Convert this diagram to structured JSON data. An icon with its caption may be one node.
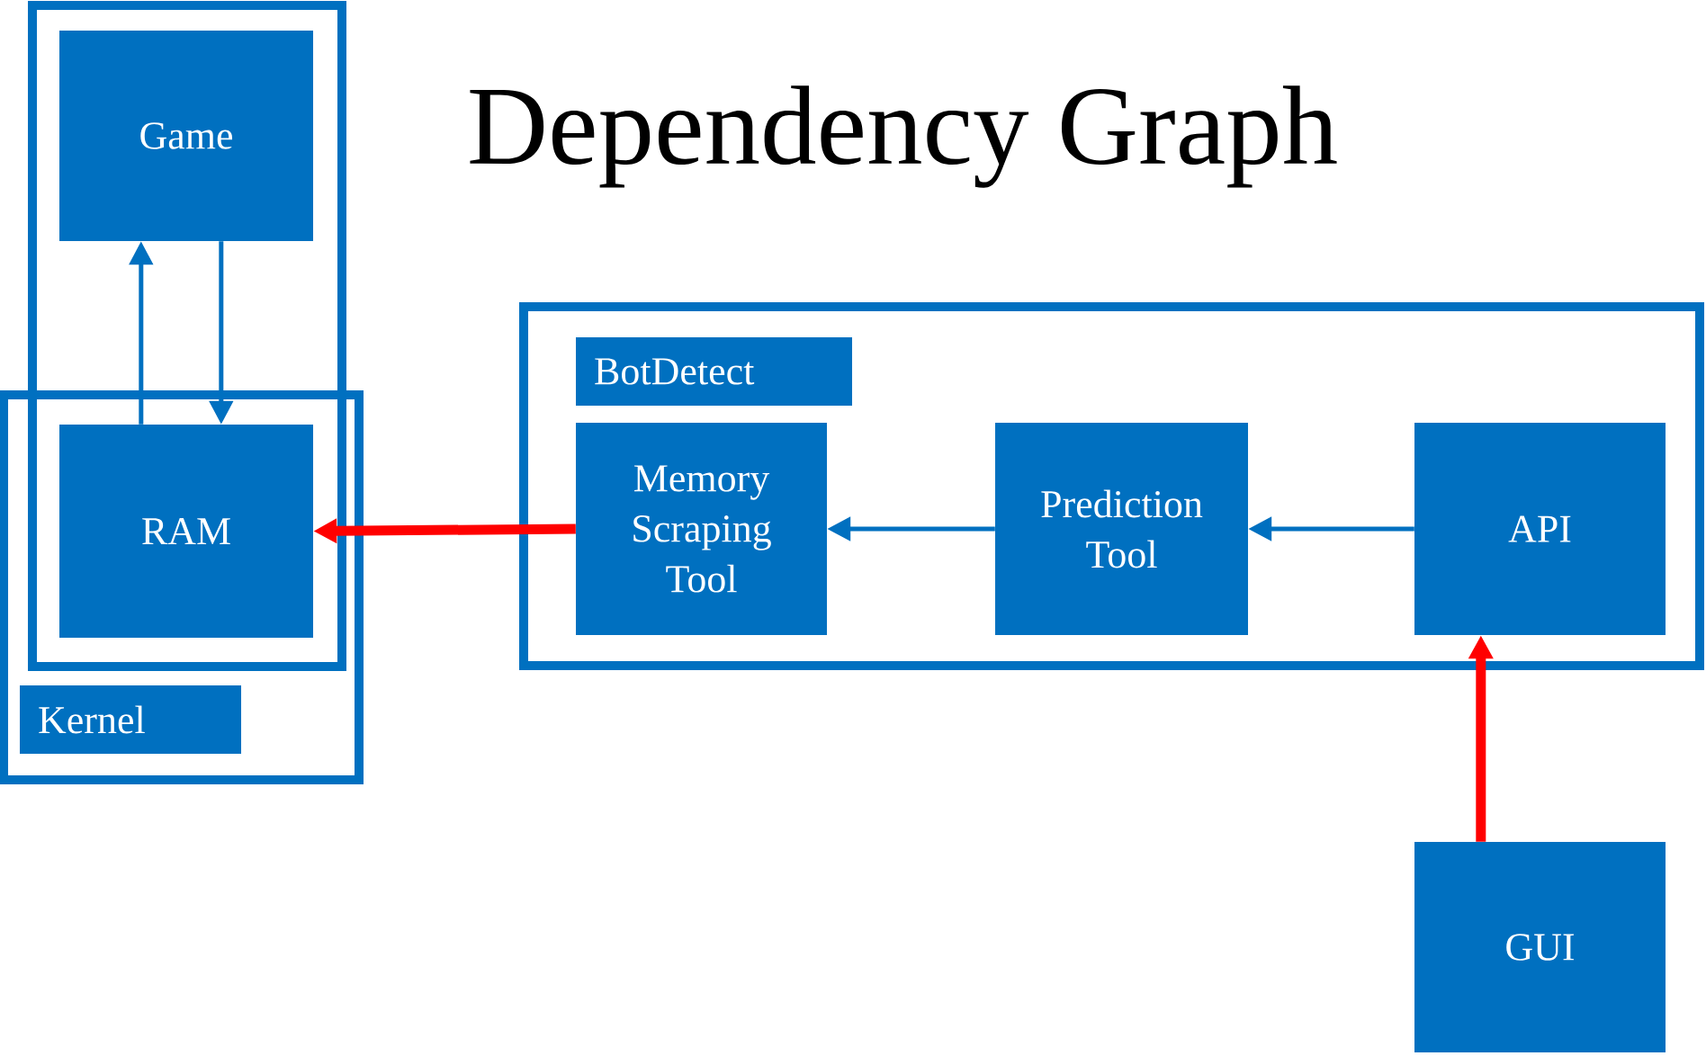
{
  "diagram": {
    "title": "Dependency Graph",
    "nodes": [
      {
        "text": [],
        "shape": "box"
      },
      {
        "text": [
          "Game"
        ],
        "in": 0
      },
      {
        "text": [],
        "shape": "box"
      },
      {
        "text": [
          "RAM"
        ]
      },
      {
        "text": [
          "Kernel"
        ],
        "in": 2
      },
      {
        "text": [],
        "shape": "box"
      },
      {
        "text": [
          "BotDetect"
        ],
        "in": 5
      },
      {
        "text": [
          "Memory Scraping Tool"
        ],
        "in": 5
      },
      {
        "text": [
          "Prediction Tool"
        ],
        "in": 5
      },
      {
        "text": [
          "API"
        ],
        "in": 5
      },
      {
        "text": [
          "GUI"
        ]
      }
    ],
    "edges": [
      {
        "from": 3,
        "to": 1,
        "arrow": "to"
      },
      {
        "from": 1,
        "to": 3,
        "arrow": "to"
      },
      {
        "from": 7,
        "to": 3,
        "arrow": "to",
        "style": "thick",
        "color": "#ff0000"
      },
      {
        "from": 8,
        "to": 7,
        "arrow": "to"
      },
      {
        "from": 9,
        "to": 8,
        "arrow": "to"
      },
      {
        "from": 10,
        "to": 9,
        "arrow": "to",
        "style": "thick",
        "color": "#ff0000"
      }
    ]
  }
}
